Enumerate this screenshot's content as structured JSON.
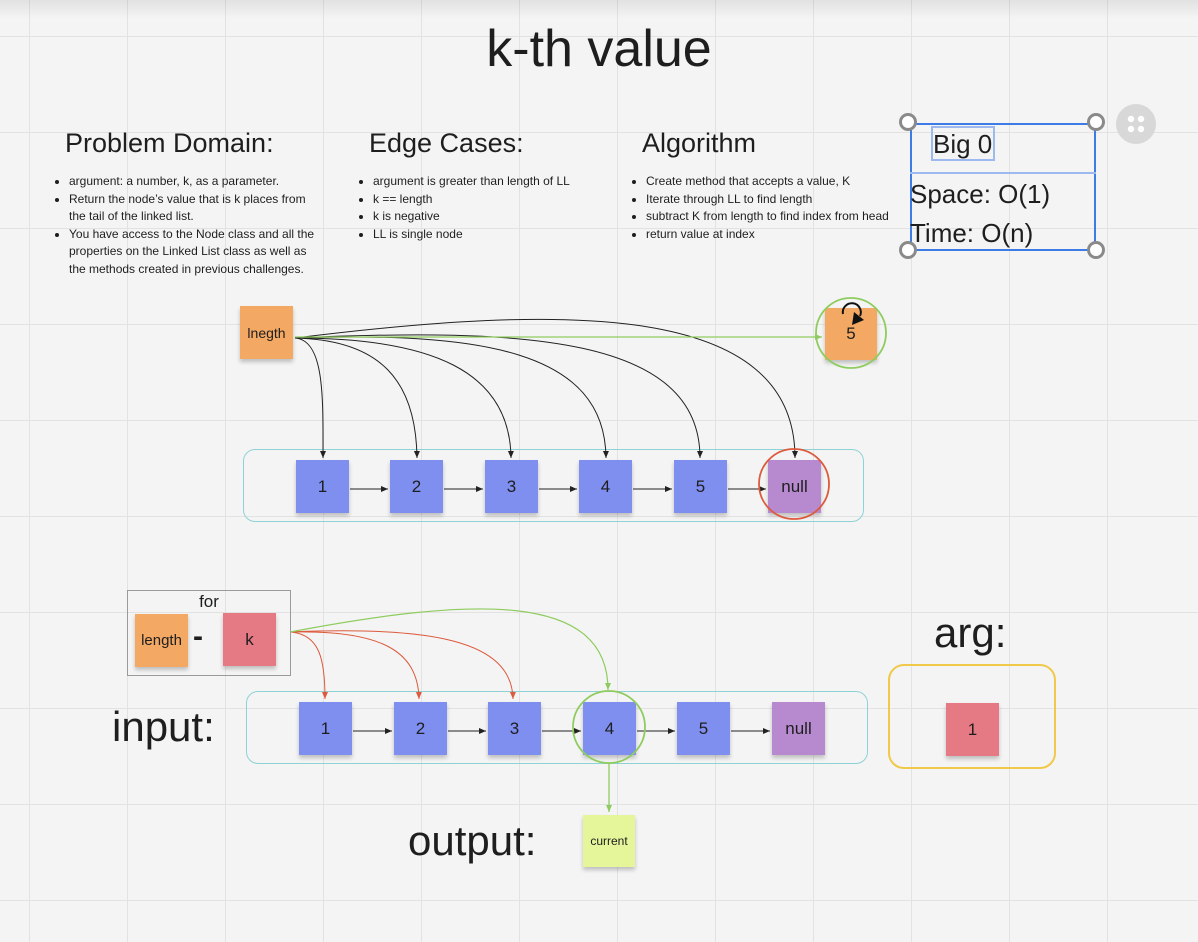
{
  "title": "k-th value",
  "sections": {
    "problem": {
      "heading": "Problem Domain:",
      "items": [
        "argument: a number, k, as a parameter.",
        "Return the node’s value that is k places from the tail of the linked list.",
        "You have access to the Node class and all the properties on the Linked List class as well as the methods created in previous challenges."
      ]
    },
    "edge": {
      "heading": "Edge Cases:",
      "items": [
        "argument is greater than length of LL",
        "k == length",
        "k is negative",
        "LL is single node"
      ]
    },
    "algorithm": {
      "heading": "Algorithm",
      "items": [
        "Create method that accepts a value, K",
        "Iterate through LL to find length",
        "subtract K from length to find index from head",
        "return value at index"
      ]
    }
  },
  "bigo": {
    "heading": "Big 0",
    "space": "Space: O(1)",
    "time": "Time: O(n)"
  },
  "top_diagram": {
    "length_note": "lnegth",
    "result_note": "5",
    "nodes": [
      "1",
      "2",
      "3",
      "4",
      "5",
      "null"
    ]
  },
  "bottom_diagram": {
    "for_label": "for",
    "length_note": "length",
    "minus": "-",
    "k_note": "k",
    "input_label": "input:",
    "nodes": [
      "1",
      "2",
      "3",
      "4",
      "5",
      "null"
    ],
    "output_label": "output:",
    "current_note": "current",
    "arg_label": "arg:",
    "arg_value": "1"
  },
  "colors": {
    "node_blue": "#7f8ff0",
    "null_purple": "#b78ad0",
    "note_orange": "#f3a863",
    "note_pink": "#e57a85",
    "note_lime": "#e5f59a",
    "highlight_green": "#8fcc5f",
    "highlight_red": "#dd5a3c",
    "frame_teal": "#8fd2d6",
    "arg_frame_yellow": "#f1c94a",
    "selection_blue": "#3d7be6"
  }
}
